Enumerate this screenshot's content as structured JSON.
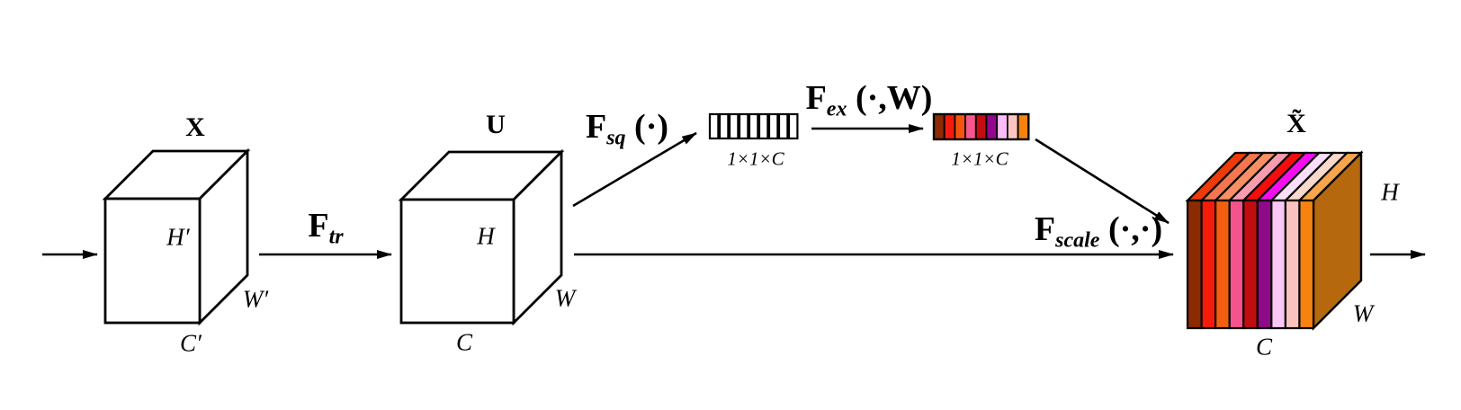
{
  "tensors": {
    "input": {
      "name": "X",
      "height": "H′",
      "width": "W′",
      "channels": "C′"
    },
    "features": {
      "name": "U",
      "height": "H",
      "width": "W",
      "channels": "C"
    },
    "output": {
      "name": "X̃",
      "height": "H",
      "width": "W",
      "channels": "C"
    }
  },
  "transforms": {
    "tr": {
      "f": "F",
      "sub": "tr",
      "args_pre": "",
      "args_bold": "",
      "args_post": ""
    },
    "sq": {
      "f": "F",
      "sub": "sq",
      "args_pre": " (·)",
      "args_bold": "",
      "args_post": ""
    },
    "ex": {
      "f": "F",
      "sub": "ex",
      "args_pre": " (·,",
      "args_bold": "W",
      "args_post": ")"
    },
    "scale": {
      "f": "F",
      "sub": "scale",
      "args_pre": " (·,·)",
      "args_bold": "",
      "args_post": ""
    }
  },
  "strips": {
    "squeeze": {
      "dims": "1×1×C",
      "cells": 9,
      "cell_color": "#ffffff"
    },
    "excitation": {
      "dims": "1×1×C",
      "cell_colors": [
        "#8c2a04",
        "#f51b0b",
        "#f5540e",
        "#f5578e",
        "#c30d10",
        "#94068e",
        "#fbbcf8",
        "#fbc6c1",
        "#f6830f"
      ]
    }
  },
  "output_cube": {
    "front_colors": [
      "#8c2a04",
      "#f51b0b",
      "#f2600f",
      "#f5538c",
      "#c00d10",
      "#8f0a88",
      "#f9c8f5",
      "#f9c2bd",
      "#f68310"
    ],
    "top_colors": [
      "#ee3a08",
      "#f3764e",
      "#f78f63",
      "#fa9cb0",
      "#f60d0d",
      "#f30df0",
      "#fbdffa",
      "#fad8cb",
      "#f8a54e"
    ],
    "side_color": "#b5680e"
  },
  "style": {
    "stroke": "#000000",
    "background": "#ffffff"
  }
}
